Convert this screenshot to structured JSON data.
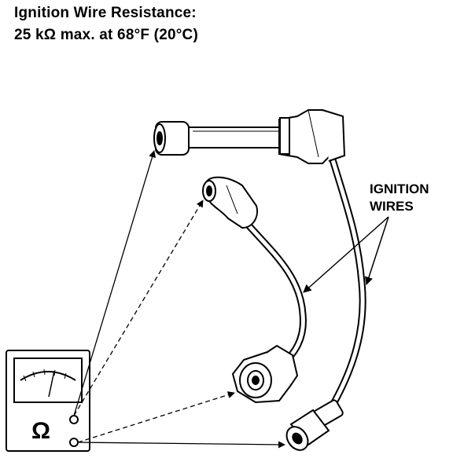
{
  "heading": {
    "line1": "Ignition Wire Resistance:",
    "line2": "25 kΩ max. at 68°F (20°C)"
  },
  "callout": {
    "line1": "IGNITION",
    "line2": "WIRES"
  },
  "meter": {
    "symbol": "Ω"
  }
}
